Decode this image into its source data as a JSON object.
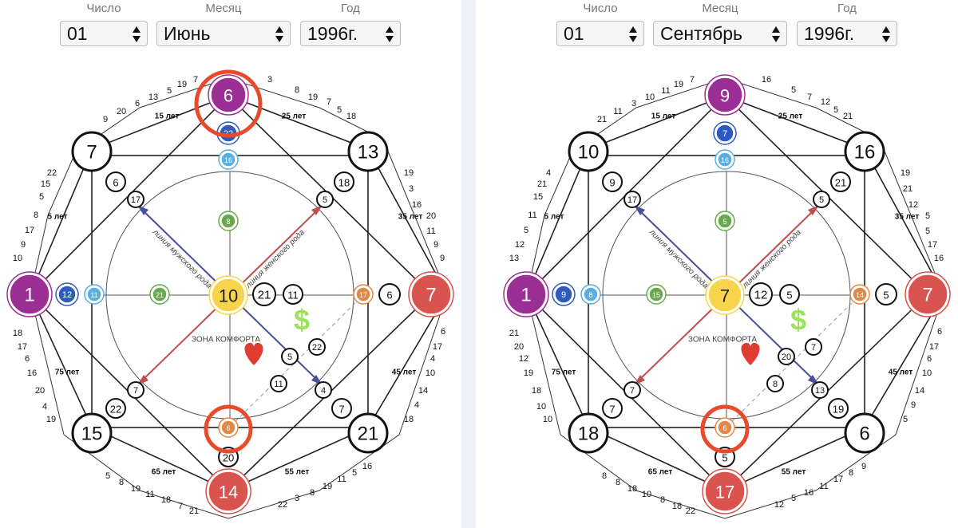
{
  "labels": {
    "day": "Число",
    "month": "Месяц",
    "year": "Год"
  },
  "panels": [
    {
      "day": "01",
      "month": "Июнь",
      "year": "1996г.",
      "corners": {
        "left": "1",
        "top": "6",
        "right": "7",
        "bottom": "14",
        "tl": "7",
        "tr": "13",
        "br": "21",
        "bl": "15"
      },
      "inner": {
        "top2": "22",
        "top3": "16",
        "top4": "8",
        "left2": "12",
        "left3": "11",
        "left4": "21",
        "right2": "6",
        "right3": "17",
        "bottom2": "20",
        "bottom3": "6",
        "center": "10"
      },
      "square_corners": {
        "tl": "6",
        "tr": "18",
        "br": "7",
        "bl": "22"
      },
      "diag_points": {
        "tl": "17",
        "tr": "5",
        "br": "4",
        "bl": "7"
      },
      "center_right": [
        "21",
        "11"
      ],
      "comfort_nums": [
        "5",
        "22",
        "11"
      ],
      "ages_top": [
        "9",
        "20",
        "6",
        "13",
        "5",
        "19",
        "7",
        "3",
        "8",
        "19",
        "7",
        "5",
        "18"
      ],
      "ages_left": [
        "22",
        "15",
        "5",
        "8",
        "17",
        "9",
        "10"
      ],
      "ages_right": [
        "19",
        "3",
        "16",
        "20",
        "11",
        "9",
        "9"
      ],
      "ages_lower_left": [
        "18",
        "17",
        "6",
        "16",
        "20",
        "4",
        "19"
      ],
      "ages_lower_right": [
        "6",
        "17",
        "4",
        "10",
        "14",
        "4",
        "18"
      ],
      "ages_bottom": [
        "5",
        "8",
        "19",
        "11",
        "18",
        "7",
        "21",
        "22",
        "3",
        "8",
        "19",
        "11",
        "5",
        "16"
      ]
    },
    {
      "day": "01",
      "month": "Сентябрь",
      "year": "1996г.",
      "corners": {
        "left": "1",
        "top": "9",
        "right": "7",
        "bottom": "17",
        "tl": "10",
        "tr": "16",
        "br": "6",
        "bl": "18"
      },
      "inner": {
        "top2": "7",
        "top3": "16",
        "top4": "5",
        "left2": "9",
        "left3": "8",
        "left4": "15",
        "right2": "5",
        "right3": "14",
        "bottom2": "5",
        "bottom3": "6",
        "center": "7"
      },
      "square_corners": {
        "tl": "9",
        "tr": "21",
        "br": "19",
        "bl": "7"
      },
      "diag_points": {
        "tl": "17",
        "tr": "5",
        "br": "13",
        "bl": "7"
      },
      "center_right": [
        "12",
        "5"
      ],
      "comfort_nums": [
        "20",
        "7",
        "8"
      ],
      "ages_top": [
        "21",
        "11",
        "3",
        "10",
        "11",
        "19",
        "7",
        "16",
        "5",
        "7",
        "12",
        "5",
        "21"
      ],
      "ages_left": [
        "4",
        "21",
        "15",
        "11",
        "5",
        "12",
        "13"
      ],
      "ages_right": [
        "19",
        "21",
        "12",
        "5",
        "5",
        "17",
        "16"
      ],
      "ages_lower_left": [
        "21",
        "20",
        "12",
        "19",
        "18",
        "10",
        "10"
      ],
      "ages_lower_right": [
        "6",
        "17",
        "6",
        "10",
        "14",
        "9",
        "5"
      ],
      "ages_bottom": [
        "8",
        "8",
        "18",
        "10",
        "8",
        "18",
        "22",
        "12",
        "5",
        "16",
        "11",
        "17",
        "8",
        "9"
      ]
    }
  ],
  "age_labels": {
    "top_left": "15 лет",
    "top_right": "25 лет",
    "left": "5 лет",
    "right": "35 лет",
    "lower_left": "75 лет",
    "lower_right": "45 лет",
    "bottom_left": "65 лет",
    "bottom_right": "55 лет"
  },
  "line_labels": {
    "male": "линия мужского рода",
    "female": "линия женского рода",
    "comfort": "ЗОНА КОМФОРТА",
    "dollar": "$"
  },
  "colors": {
    "purple": "#9c2f96",
    "red": "#d9534f",
    "blue": "#2f5bbf",
    "light_blue": "#5aaee0",
    "green": "#6aa84f",
    "yellow": "#f7d44c",
    "orange": "#e08a4a",
    "highlight": "#e84a2c"
  }
}
